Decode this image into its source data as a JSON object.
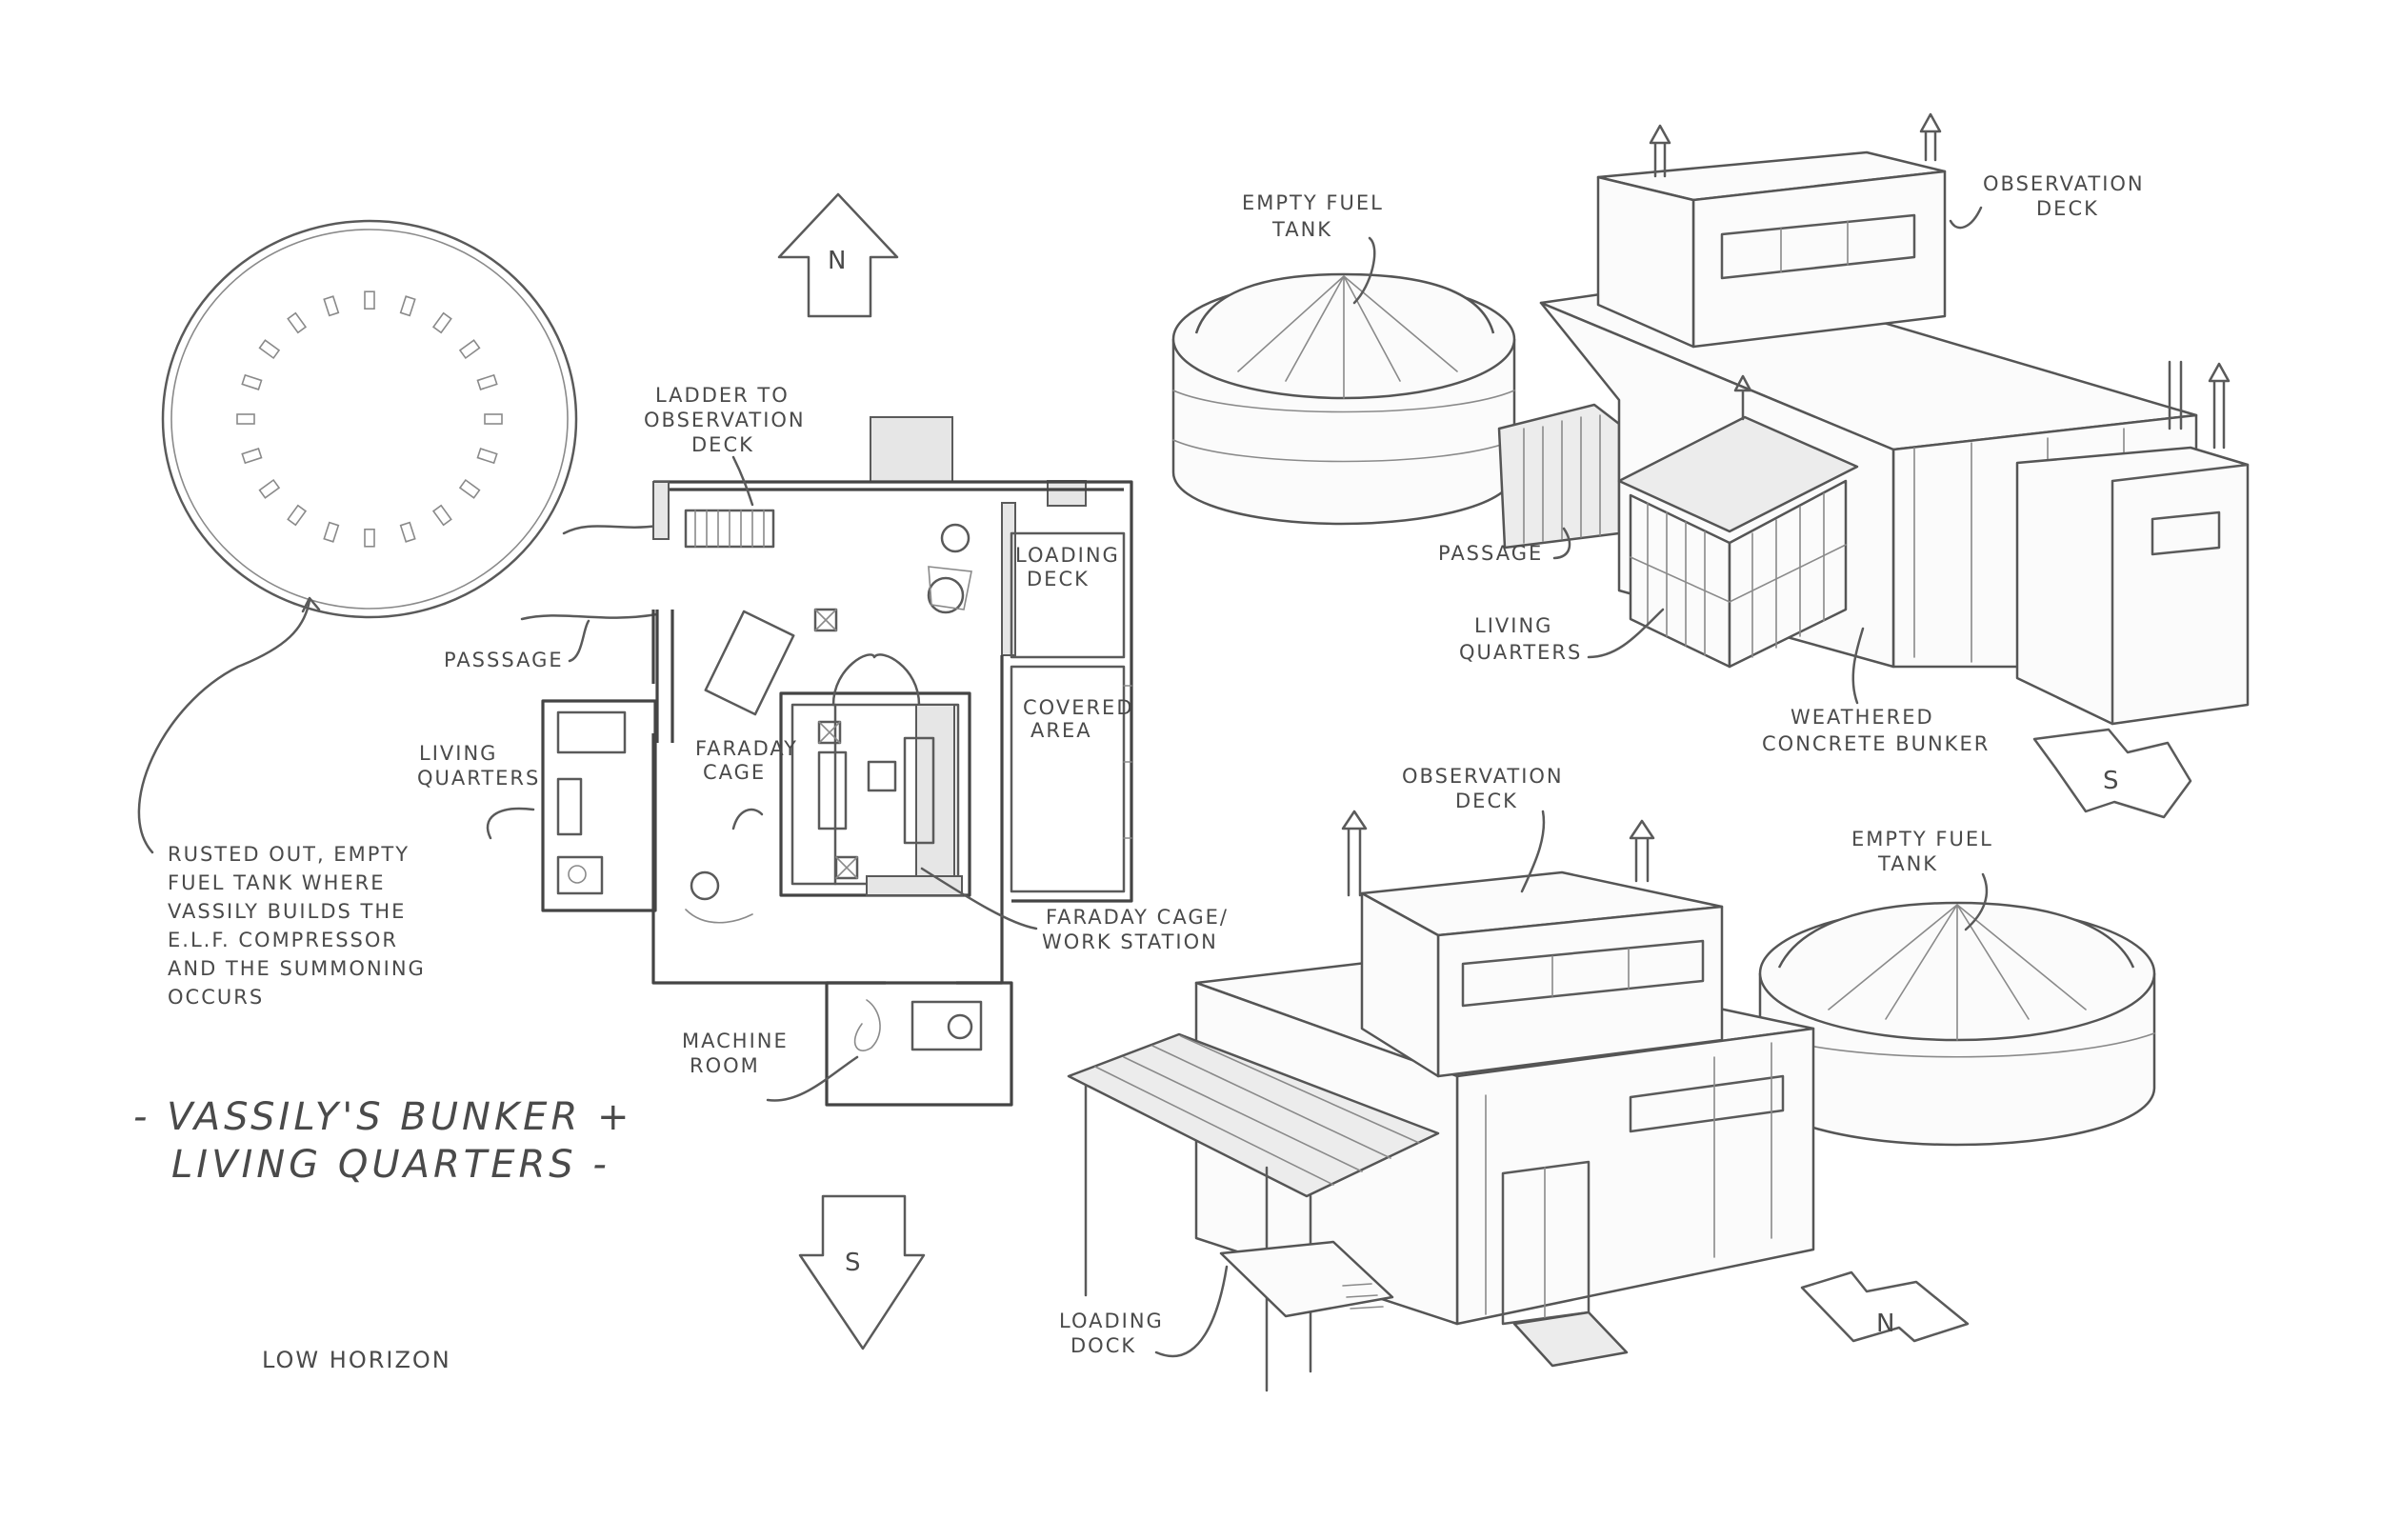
{
  "title": {
    "line1": "- Vassily's Bunker +",
    "line2": "Living Quarters -"
  },
  "subtitle": "Low Horizon",
  "compass": {
    "north": "N",
    "south": "S"
  },
  "plan_labels": {
    "ladder_line1": "Ladder to",
    "ladder_line2": "Observation",
    "ladder_line3": "Deck",
    "loading_line1": "Loading",
    "loading_line2": "Deck",
    "passage": "Passsage",
    "faraday_line1": "Faraday",
    "faraday_line2": "Cage",
    "covered_line1": "Covered",
    "covered_line2": "Area",
    "living_line1": "Living",
    "living_line2": "Quarters",
    "workstation_line1": "Faraday Cage/",
    "workstation_line2": "Work Station",
    "machine_line1": "Machine",
    "machine_line2": "Room"
  },
  "tank_note": [
    "Rusted out, Empty",
    "Fuel Tank where",
    "Vassily builds the",
    "E.L.F. Compressor",
    "and the summoning",
    "occurs"
  ],
  "top_view_labels": {
    "tank_line1": "Empty Fuel",
    "tank_line2": "Tank",
    "obs_line1": "Observation",
    "obs_line2": "Deck",
    "passage": "Passage",
    "living_line1": "Living",
    "living_line2": "Quarters",
    "bunker_line1": "Weathered",
    "bunker_line2": "Concrete Bunker"
  },
  "bottom_view_labels": {
    "obs_line1": "Observation",
    "obs_line2": "Deck",
    "tank_line1": "Empty Fuel",
    "tank_line2": "Tank",
    "loading_line1": "Loading",
    "loading_line2": "Dock"
  }
}
